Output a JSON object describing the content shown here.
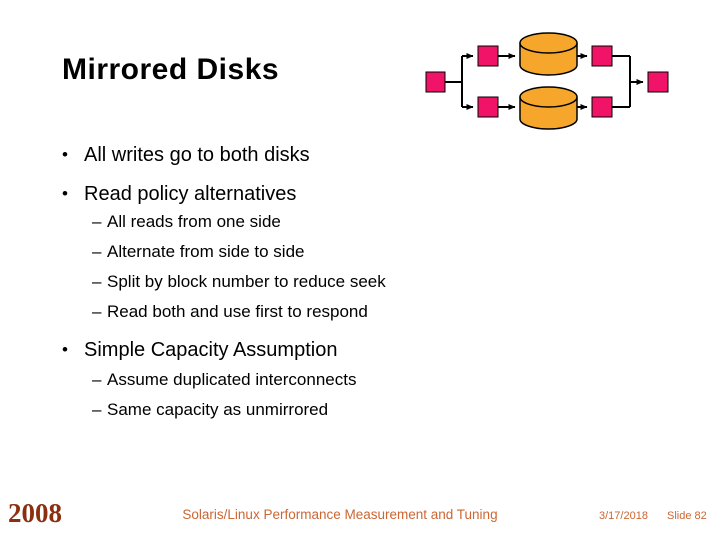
{
  "slide": {
    "title": "Mirrored Disks",
    "bullets": [
      {
        "marker": "•",
        "text": "All writes go to both disks"
      },
      {
        "marker": "•",
        "text": "Read policy alternatives"
      },
      {
        "marker": "–",
        "text": "All reads from one side"
      },
      {
        "marker": "–",
        "text": "Alternate from side to side"
      },
      {
        "marker": "–",
        "text": "Split by block number to reduce seek"
      },
      {
        "marker": "–",
        "text": "Read both and use first to respond"
      },
      {
        "marker": "•",
        "text": "Simple Capacity Assumption"
      },
      {
        "marker": "–",
        "text": "Assume duplicated interconnects"
      },
      {
        "marker": "–",
        "text": "Same capacity as unmirrored"
      }
    ]
  },
  "diagram": {
    "description": "mirrored disk pair with duplicated interconnects",
    "node_color": "#F01368",
    "disk_color": "#F6A62B",
    "line_color": "#000000"
  },
  "footer": {
    "year_logo": "2008",
    "course_title": "Solaris/Linux Performance Measurement and Tuning",
    "date": "3/17/2018",
    "slide_label": "Slide 82",
    "accent_color": "#CC6633",
    "logo_color": "#8B2F11"
  }
}
